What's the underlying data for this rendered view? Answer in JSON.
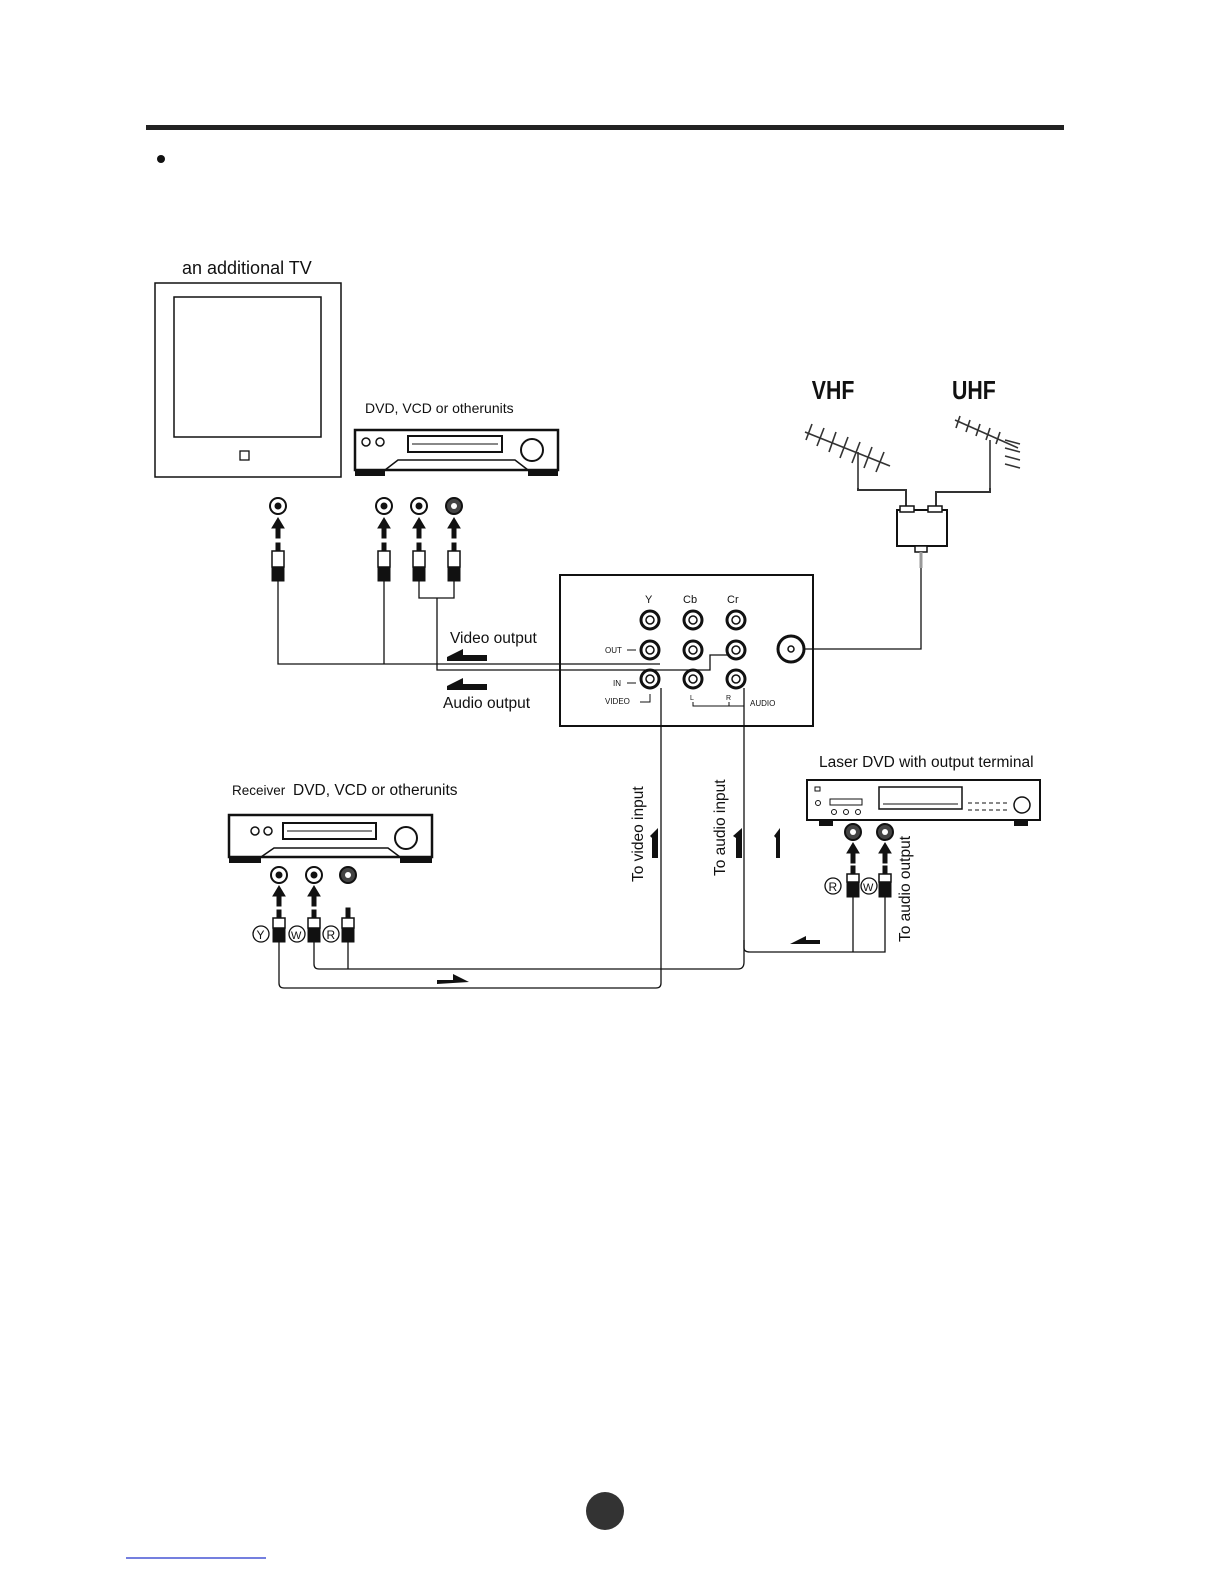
{
  "labels": {
    "additional_tv": "an additional TV",
    "top_units": "DVD, VCD or otherunits",
    "vhf": "VHF",
    "uhf": "UHF",
    "video_output": "Video output",
    "audio_output": "Audio output",
    "receiver_prefix": "Receiver",
    "receiver_units": "DVD, VCD or otherunits",
    "laser_dvd": "Laser DVD with output terminal",
    "to_video_input": "To video input",
    "to_audio_input": "To audio input",
    "to_audio_output": "To audio output"
  },
  "panel": {
    "y": "Y",
    "cb": "Cb",
    "cr": "Cr",
    "out": "OUT",
    "in": "IN",
    "video": "VIDEO",
    "l": "L",
    "r": "R",
    "audio": "AUDIO"
  },
  "plug_marks": {
    "y": "Y",
    "w": "W",
    "r": "R"
  },
  "colors": {
    "ink": "#111111",
    "page_badge": "#333333",
    "link_underline": "#2233cc"
  }
}
